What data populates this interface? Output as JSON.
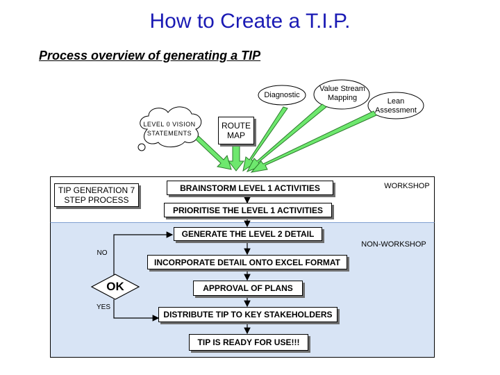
{
  "title": "How to Create a T.I.P.",
  "subtitle": "Process overview of generating a TIP",
  "inputs": {
    "diagnostic": "Diagnostic",
    "value_stream_mapping": "Value Stream Mapping",
    "lean_assessment": "Lean Assessment",
    "level0_vision": "LEVEL 0 VISION STATEMENTS",
    "route_map": "ROUTE MAP"
  },
  "zones": {
    "workshop": "WORKSHOP",
    "non_workshop": "NON-WORKSHOP"
  },
  "tip_generation": "TIP GENERATION 7 STEP PROCESS",
  "steps": [
    "BRAINSTORM LEVEL 1 ACTIVITIES",
    "PRIORITISE THE LEVEL 1 ACTIVITIES",
    "GENERATE THE LEVEL 2 DETAIL",
    "INCORPORATE DETAIL ONTO EXCEL FORMAT",
    "APPROVAL OF PLANS",
    "DISTRIBUTE TIP TO KEY STAKEHOLDERS",
    "TIP IS READY FOR USE!!!"
  ],
  "decision": {
    "label": "OK",
    "no": "NO",
    "yes": "YES"
  },
  "colors": {
    "title": "#1a1ab4",
    "arrow_fill": "#6ee86e",
    "non_workshop_bg": "#d8e4f5"
  }
}
